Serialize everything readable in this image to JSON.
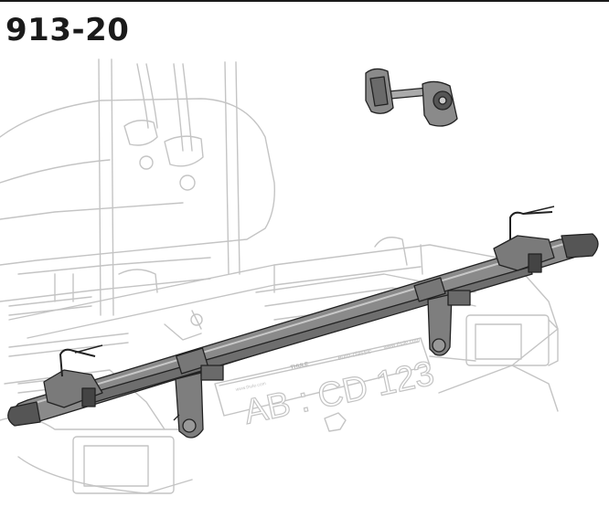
{
  "header": {
    "part_number": "913-20"
  },
  "illustration": {
    "plate_text": "AB : CD 123",
    "plate_brand": "THULE",
    "plate_model": "euro-classic",
    "plate_url": "www.thule.com",
    "plate_url_small": "www.thule.com"
  }
}
